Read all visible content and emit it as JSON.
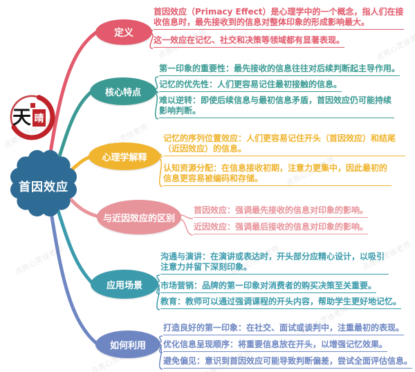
{
  "central": {
    "label": "首因效应",
    "color": "#2e6b95"
  },
  "logo": {
    "tian": "天",
    "qing": "晴",
    "ring_color": "#bf2329"
  },
  "watermark": {
    "text": "点亮心灵徐老师"
  },
  "branches": [
    {
      "label": "定义",
      "color": "#e25a6c",
      "items": [
        "首因效应（Primacy Effect）是心理学中的一个概念，指人们在接收信息时，最先接收到的信息对整体印象的形成影响最大。",
        "这一效应在记忆、社交和决策等领域都有显著表现。"
      ]
    },
    {
      "label": "核心特点",
      "color": "#3a9a93",
      "items": [
        "第一印象的重要性：最先接收的信息往往对后续判断起主导作用。",
        "记忆的优先性：人们更容易记住最初接触的信息。",
        "难以逆转：即使后续信息与最初信息矛盾，首因效应仍可能持续影响判断。"
      ]
    },
    {
      "label": "心理学解释",
      "color": "#f0b42e",
      "items": [
        "记忆的序列位置效应：人们更容易记住开头（首因效应）和结尾（近因效应）的信息。",
        "认知资源分配：在信息接收初期，注意力更集中，因此最初的信息更容易被编码和存储。"
      ]
    },
    {
      "label": "与近因效应的区别",
      "color": "#e8949b",
      "items": [
        "首因效应：强调最先接收的信息对印象的影响。",
        "近因效应：强调最后接收的信息对印象的影响。"
      ]
    },
    {
      "label": "应用场景",
      "color": "#3b9bac",
      "items": [
        "沟通与演讲：在演讲或表达时，开头部分应精心设计，以吸引注意力并留下深刻印象。",
        "市场营销：品牌的第一印象对消费者的购买决策至关重要。",
        "教育：教师可以通过强调课程的开头内容，帮助学生更好地记忆。"
      ]
    },
    {
      "label": "如何利用",
      "color": "#6e87c3",
      "items": [
        "打造良好的第一印象：在社交、面试或谈判中，注重最初的表现。",
        "优化信息呈现顺序：将重要信息放在开头，以增强记忆效果。",
        "避免偏见：意识到首因效应可能导致判断偏差，尝试全面评估信息。"
      ]
    }
  ]
}
